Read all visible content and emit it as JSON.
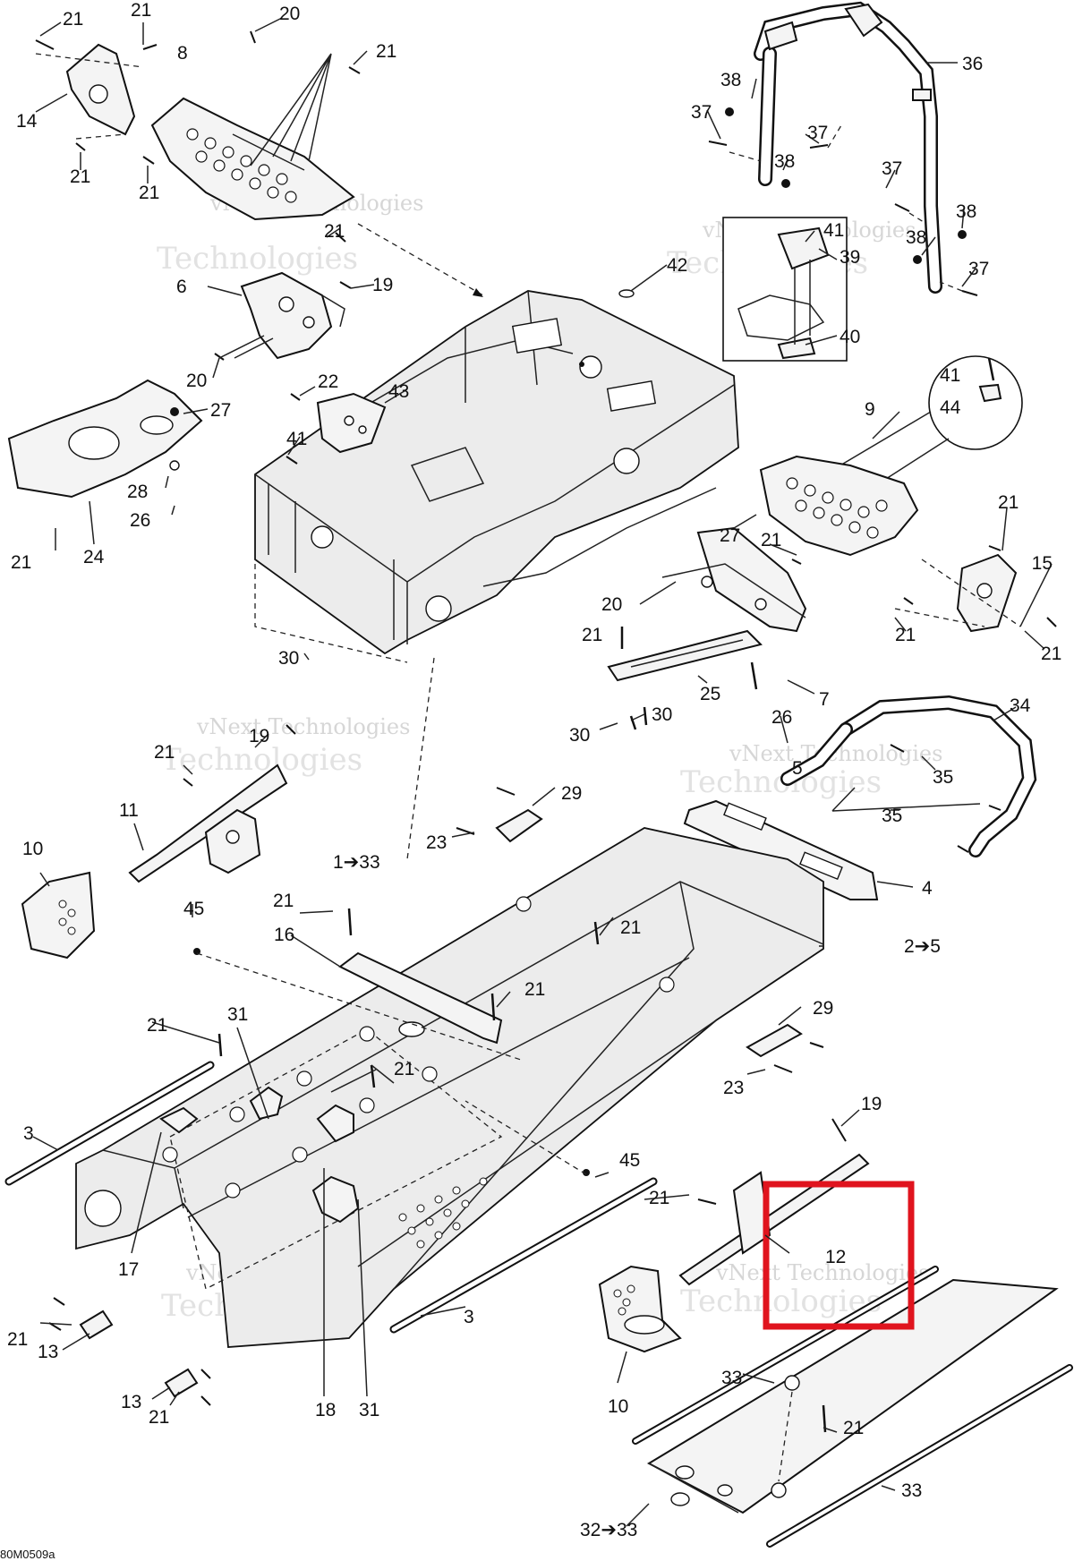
{
  "diagram": {
    "code": "80M0509a",
    "watermark": {
      "line1": "vNext Technologies",
      "line2": "Technologies"
    },
    "highlight_color": "#e0141e",
    "callouts": {
      "c21a": "21",
      "c21b": "21",
      "c20a": "20",
      "c8": "8",
      "c21c": "21",
      "c14": "14",
      "c21d": "21",
      "c21e": "21",
      "c21f": "21",
      "c6": "6",
      "c19a": "19",
      "c20b": "20",
      "c22": "22",
      "c42": "42",
      "c27a": "27",
      "c28": "28",
      "c26a": "26",
      "c21g": "21",
      "c24": "24",
      "c43": "43",
      "c41a": "41",
      "c30a": "30",
      "c38a": "38",
      "c37a": "37",
      "c37b": "37",
      "c38b": "38",
      "c36": "36",
      "c37c": "37",
      "c38c": "38",
      "c38d": "38",
      "c37d": "37",
      "c41b": "41",
      "c39": "39",
      "c40": "40",
      "c41c": "41",
      "c44": "44",
      "c9": "9",
      "c27b": "27",
      "c21h": "21",
      "c20c": "20",
      "c21i": "21",
      "c21j": "21",
      "c15": "15",
      "c21k": "21",
      "c21l": "21",
      "c25": "25",
      "c26b": "26",
      "c7": "7",
      "c30b": "30",
      "c30c": "30",
      "c19b": "19",
      "c21m": "21",
      "c11": "11",
      "c10a": "10",
      "c34": "34",
      "c5": "5",
      "c35a": "35",
      "c35b": "35",
      "c29a": "29",
      "c23a": "23",
      "c1to33": "1➔33",
      "c4": "4",
      "c45a": "45",
      "c21n": "21",
      "c16": "16",
      "c21o": "21",
      "c2to5": "2➔5",
      "c21p": "21",
      "c31a": "31",
      "c21q": "21",
      "c21r": "21",
      "c3a": "3",
      "c29b": "29",
      "c23b": "23",
      "c19c": "19",
      "c45b": "45",
      "c21s": "21",
      "c12": "12",
      "c17": "17",
      "c3b": "3",
      "c21t": "21",
      "c13a": "13",
      "c13b": "13",
      "c21u": "21",
      "c18": "18",
      "c31b": "31",
      "c10b": "10",
      "c33a": "33",
      "c21v": "21",
      "c32to33": "32➔33",
      "c33b": "33"
    }
  }
}
